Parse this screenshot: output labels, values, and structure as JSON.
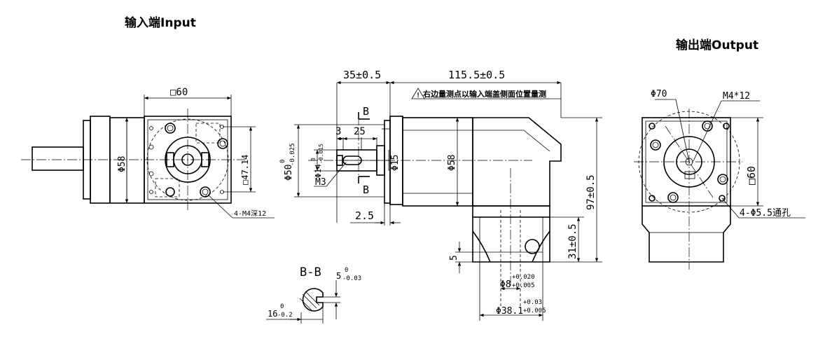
{
  "titles": {
    "input": "输入端Input",
    "output": "输出端Output"
  },
  "warning": {
    "icon": "warning-triangle-icon",
    "text": "右边量测点以输入端盖侧面位置量测"
  },
  "input_view": {
    "square": "□60",
    "diameter": "Φ58",
    "pcd_square": "□47.14",
    "thread_note": "4-M4深12"
  },
  "side_view": {
    "dim_35": "35±0.5",
    "dim_115": "115.5±0.5",
    "dim_3": "3",
    "dim_25": "25",
    "section_mark": "B",
    "shaft_dia_main": "Φ50",
    "shaft_dia_tol": "-0.025",
    "shaft_dia_zero": "0",
    "key_dia_main": "Φ14",
    "key_dia_tol": "-0.015",
    "key_dia_zero": "0",
    "thread": "M3",
    "dia_15": "Φ15",
    "dia_58": "Φ58",
    "dim_2_5": "2.5",
    "height_97": "97±0.5",
    "height_31": "31±0.5",
    "dim_5": "5",
    "bore_main": "Φ8",
    "bore_tol_up": "+0.020",
    "bore_tol_low": "+0.005",
    "pilot_main": "Φ38.1",
    "pilot_tol_up": "+0.03",
    "pilot_tol_low": "+0.005"
  },
  "section_view": {
    "title": "B-B",
    "width_main": "5",
    "width_tol": "-0.03",
    "width_zero": "0",
    "height_main": "16",
    "height_tol": "-0.2",
    "height_zero": "0"
  },
  "output_view": {
    "dia_70": "Φ70",
    "thread": "M4*12",
    "square": "□60",
    "holes": "4-Φ5.5通孔"
  }
}
